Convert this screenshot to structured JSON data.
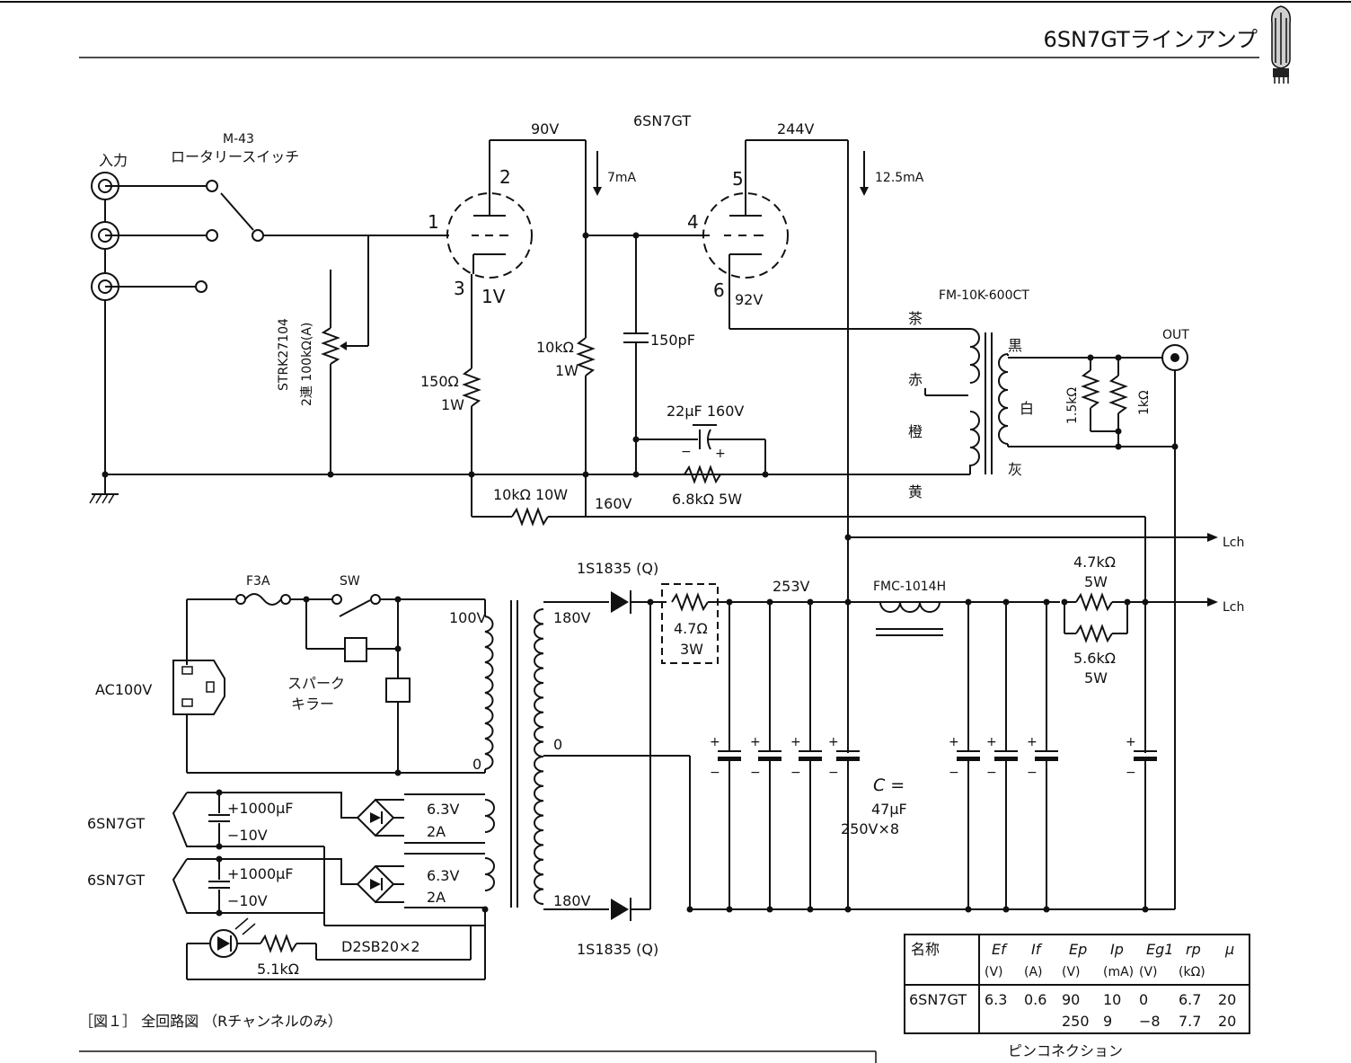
{
  "header": {
    "title": "6SN7GTラインアンプ"
  },
  "tube": {
    "type": "6SN7GT",
    "pins": [
      "1",
      "2",
      "3",
      "4",
      "5",
      "6"
    ]
  },
  "labels": {
    "input": "入力",
    "switch_model": "M-43",
    "switch_name": "ロータリースイッチ",
    "pot_model": "STRK27104",
    "pot_value": "2連 100kΩ(A)",
    "v_plate1": "90V",
    "i_plate1": "7mA",
    "v_plate2": "244V",
    "i_plate2": "12.5mA",
    "v_cathode1": "1V",
    "v_cathode2": "92V",
    "r_k1": "150Ω",
    "r_k1_w": "1W",
    "r_load": "10kΩ",
    "r_load_w": "1W",
    "c_couple": "150pF",
    "c_bypass": "22μF 160V",
    "r_bias": "6.8kΩ 5W",
    "r_drop": "10kΩ 10W",
    "v_b1": "160V",
    "out_trans": "FM-10K-600CT",
    "wire_brown": "茶",
    "wire_red": "赤",
    "wire_orange": "橙",
    "wire_yellow": "黄",
    "wire_black": "黒",
    "wire_white": "白",
    "wire_gray": "灰",
    "r_out1": "1.5kΩ",
    "r_out2": "1kΩ",
    "out": "OUT",
    "lch": "Lch",
    "fuse": "F3A",
    "sw": "SW",
    "ac": "AC100V",
    "spark1": "スパーク",
    "spark2": "キラー",
    "pt_100v": "100V",
    "pt_0": "0",
    "pt_180v": "180V",
    "pt_0c": "0",
    "diode": "1S1835 (Q)",
    "r_surge": "4.7Ω",
    "r_surge_w": "3W",
    "v_b": "253V",
    "choke": "FMC-1014H",
    "r_b1": "4.7kΩ",
    "r_b1_w": "5W",
    "r_b2": "5.6kΩ",
    "r_b2_w": "5W",
    "c_eq": "C =",
    "c_val": "47μF",
    "c_rate": "250V×8",
    "heater": "6SN7GT",
    "c_heater": "+1000μF",
    "v_heater": "−10V",
    "h_v": "6.3V",
    "h_a": "2A",
    "bridge": "D2SB20×2",
    "r_led": "5.1kΩ",
    "caption": "［図１］ 全回路図 （Rチャンネルのみ）",
    "pin_conn": "ピンコネクション"
  },
  "spec_table": {
    "headers": [
      "名称",
      "Ef",
      "If",
      "Ep",
      "Ip",
      "Eg1",
      "rp",
      "μ"
    ],
    "units": [
      "",
      "(V)",
      "(A)",
      "(V)",
      "(mA)",
      "(V)",
      "(kΩ)",
      ""
    ],
    "name": "6SN7GT",
    "rows": [
      [
        "6.3",
        "0.6",
        "90",
        "10",
        "0",
        "6.7",
        "20"
      ],
      [
        "",
        "",
        "250",
        "9",
        "−8",
        "7.7",
        "20"
      ]
    ]
  }
}
